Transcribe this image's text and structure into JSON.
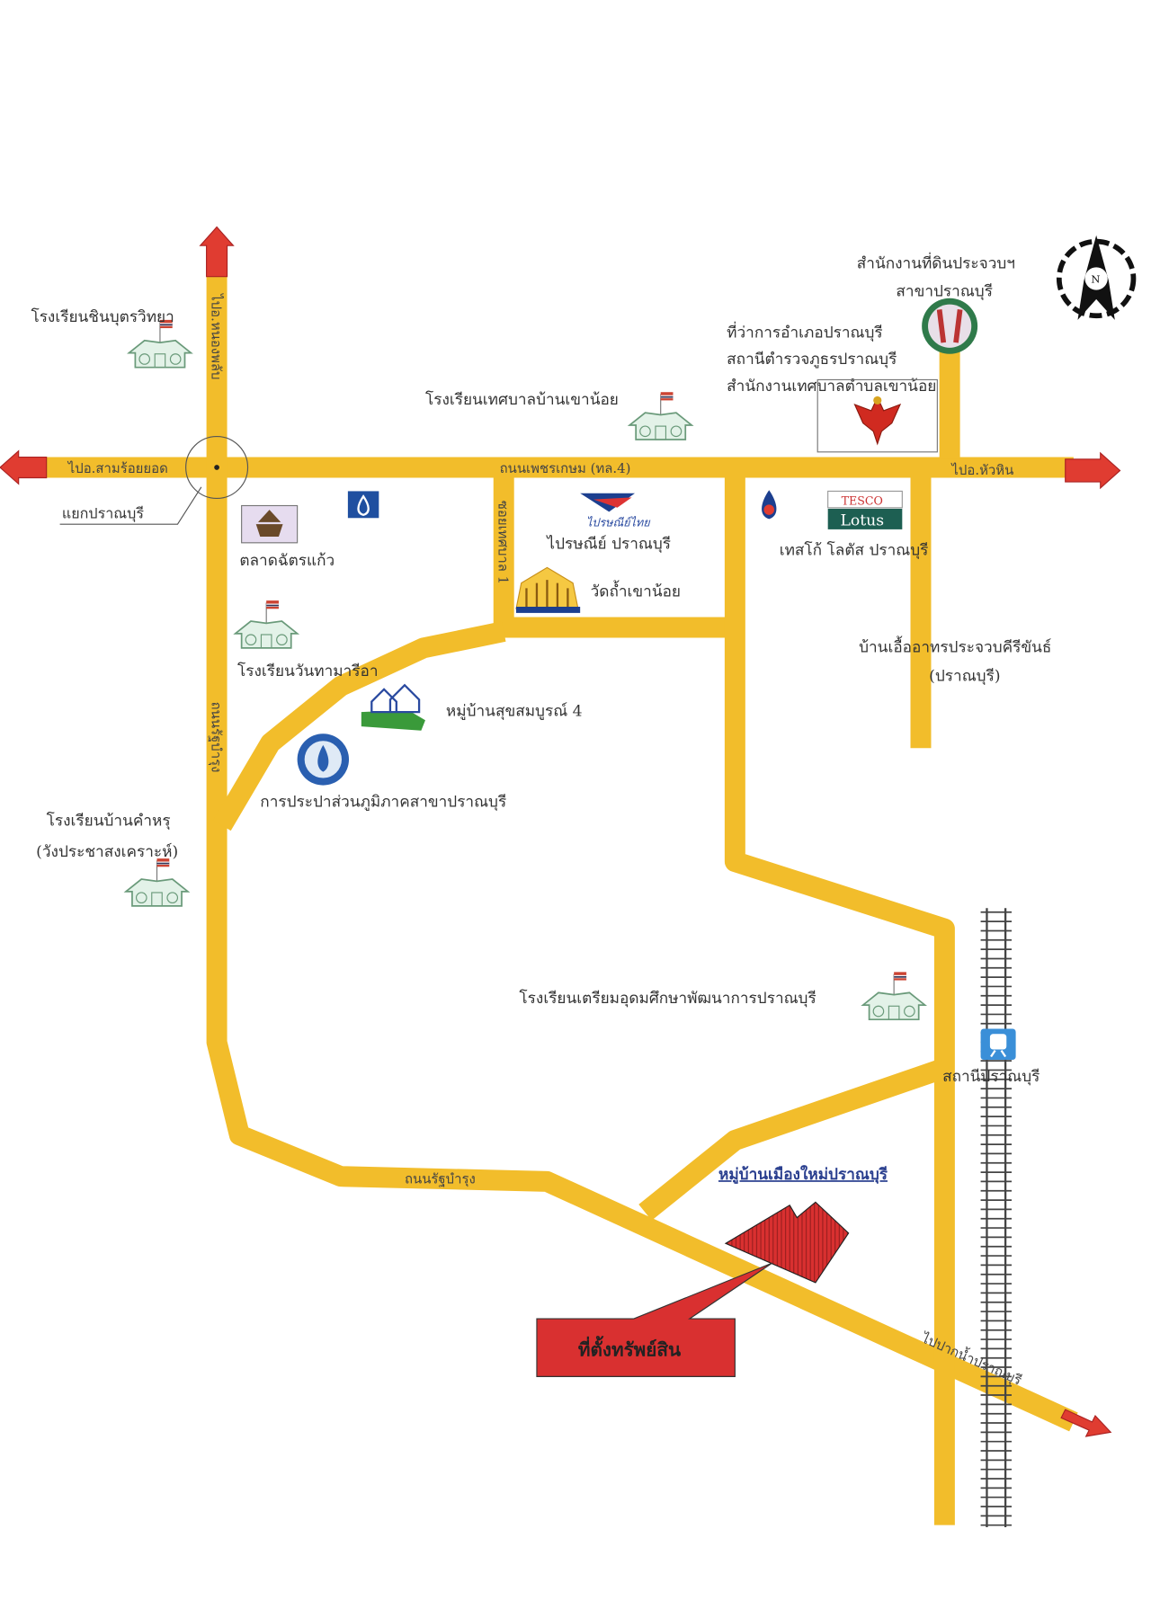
{
  "map": {
    "roads": {
      "north": "ไปอ.หนองพลับ",
      "west": "ไปอ.สามร้อยยอด",
      "east": "ไปอ.หัวหิน",
      "main": "ถนนเพชรเกษม (ทล.4)",
      "soi": "ซอยเทศบาล 1",
      "ratbamrung_v": "ถนนรัฐบำรุง",
      "ratbamrung_h": "ถนนรัฐบำรุง",
      "southeast": "ไปปากน้ำปราณบุรี"
    },
    "junction": "แยกปราณบุรี",
    "places": {
      "school_chinbut": "โรงเรียนชินบุตรวิทยา",
      "school_municipal": "โรงเรียนเทศบาลบ้านเขาน้อย",
      "gov_line1": "ที่ว่าการอำเภอปราณบุรี",
      "gov_line2": "สถานีตำรวจภูธรปราณบุรี",
      "gov_line3": "สำนักงานเทศบาลตำบลเขาน้อย",
      "land_line1": "สำนักงานที่ดินประจวบฯ",
      "land_line2": "สาขาปราณบุรี",
      "post_logo": "ไปรษณีย์ไทย",
      "post": "ไปรษณีย์ ปราณบุรี",
      "temple": "วัดถ้ำเขาน้อย",
      "market": "ตลาดฉัตรแก้ว",
      "tesco_logo_top": "TESCO",
      "tesco_logo_bottom": "Lotus",
      "tesco": "เทสโก้ โลตัส ปราณบุรี",
      "housing_line1": "บ้านเอื้ออาทรประจวบคีรีขันธ์",
      "housing_line2": "(ปราณบุรี)",
      "school_wantha": "โรงเรียนวันทามารีอา",
      "village_suksomboon": "หมู่บ้านสุขสมบูรณ์ 4",
      "waterworks": "การประปาส่วนภูมิภาคสาขาปราณบุรี",
      "school_khamru_line1": "โรงเรียนบ้านคำหรุ",
      "school_khamru_line2": "(วังประชาสงเคราะห์)",
      "school_triam": "โรงเรียนเตรียมอุดมศึกษาพัฒนาการปราณบุรี",
      "station": "สถานีปราณบุรี",
      "village_muangmai": "หมู่บ้านเมืองใหม่ปราณบุรี"
    },
    "property_label": "ที่ตั้งทรัพย์สิน",
    "compass": "N",
    "colors": {
      "road": "#f2bd2b",
      "arrow": "#e03c31",
      "property": "#d93030"
    }
  }
}
